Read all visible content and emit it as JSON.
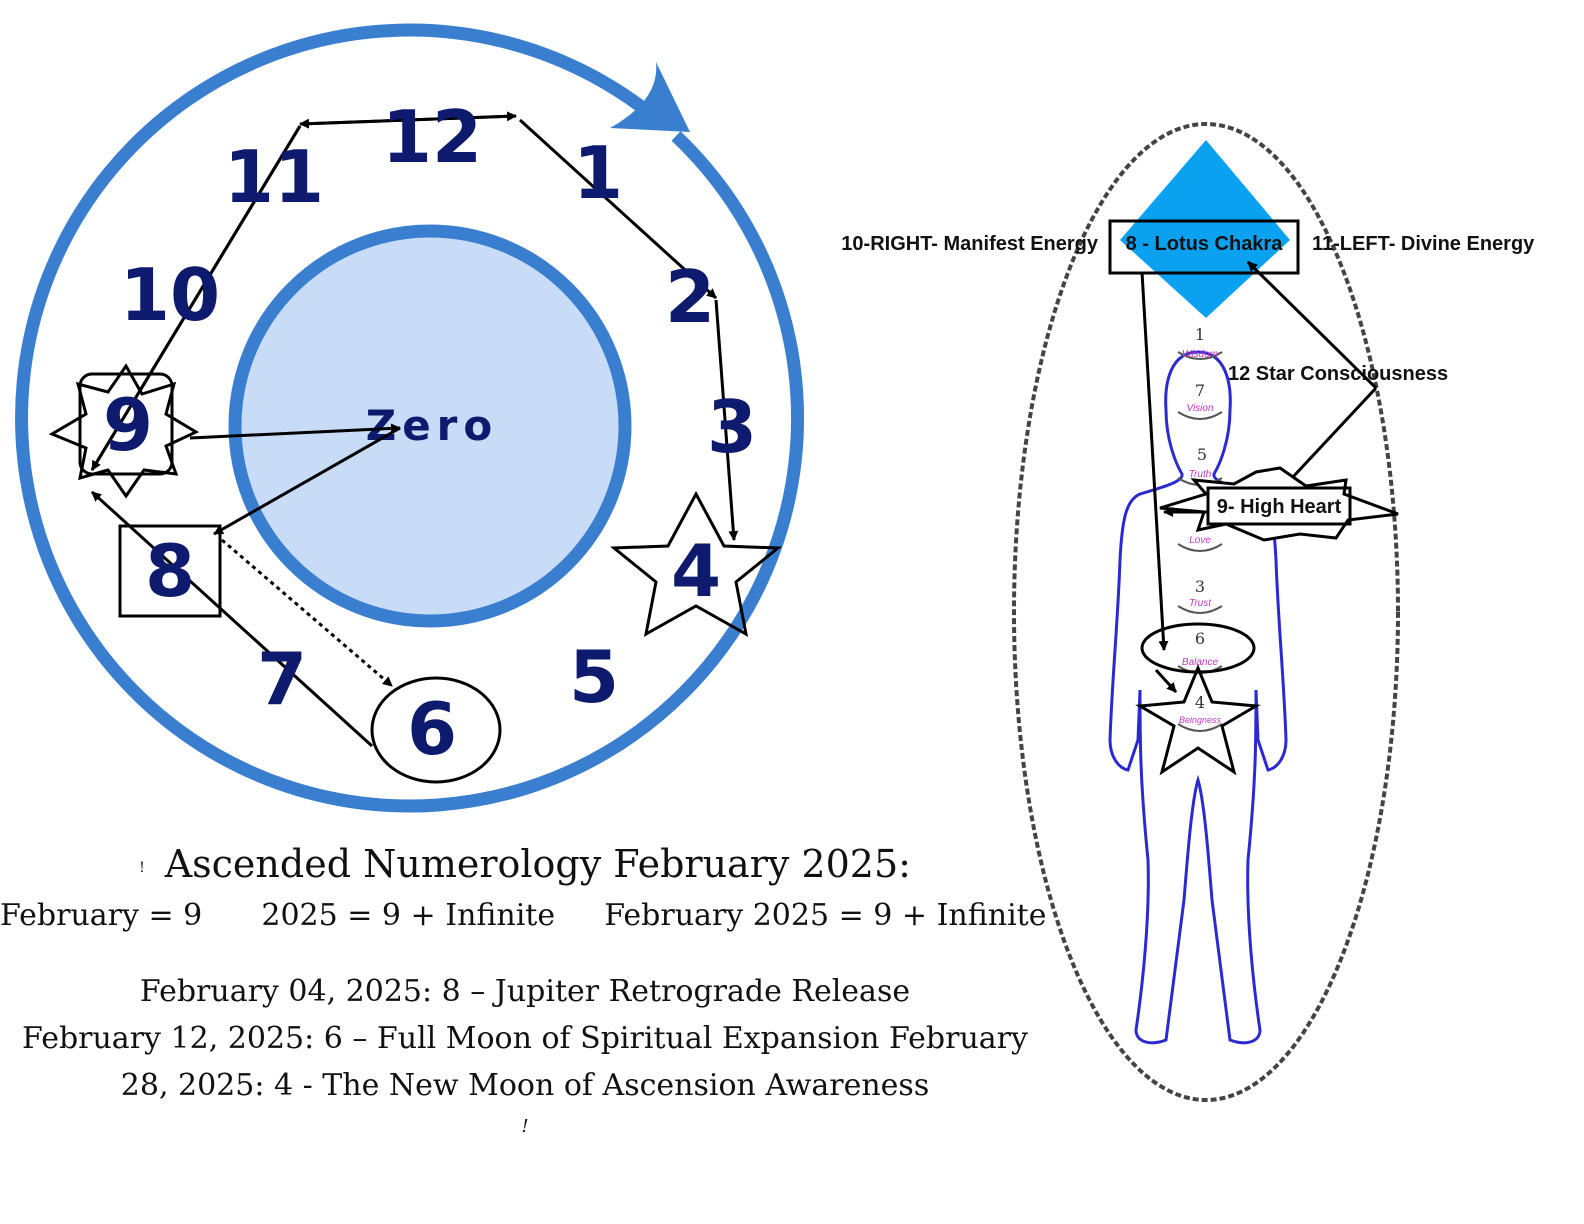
{
  "clock": {
    "center_label": "Zero",
    "numbers": [
      "1",
      "2",
      "3",
      "4",
      "5",
      "6",
      "7",
      "8",
      "9",
      "10",
      "11",
      "12"
    ]
  },
  "body": {
    "label_right": "10-RIGHT- Manifest Energy",
    "label_crown": "8 - Lotus Chakra",
    "label_left": "11-LEFT- Divine Energy",
    "label_star": "12  Star Consciousness",
    "label_heart": "9- High Heart",
    "chakras": [
      {
        "num": "1",
        "word": "Wisdom"
      },
      {
        "num": "7",
        "word": "Vision"
      },
      {
        "num": "5",
        "word": "Truth"
      },
      {
        "num": "",
        "word": "Love"
      },
      {
        "num": "3",
        "word": "Trust"
      },
      {
        "num": "6",
        "word": "Balance"
      },
      {
        "num": "4",
        "word": "Beingness"
      }
    ]
  },
  "text": {
    "bullet": "!",
    "title": "Ascended Numerology February 2025:",
    "eq1": "February = 9",
    "eq2": "2025 = 9 + Infinite",
    "eq3": "February 2025 = 9 + Infinite",
    "line1": "February 04, 2025:  8 – Jupiter Retrograde Release",
    "line2": "February 12, 2025:  6 – Full Moon of Spiritual Expansion February",
    "line3": "28, 2025: 4 - The New Moon of Ascension Awareness",
    "end_mark": "!"
  },
  "colors": {
    "ring": "#3a7fcf",
    "inner_fill": "#c8dcf8",
    "numbers": "#0e1a6e",
    "crown_diamond": "#0aa2f0",
    "body_outline": "#2a2ad0",
    "chakra_word": "#c23ac2"
  }
}
